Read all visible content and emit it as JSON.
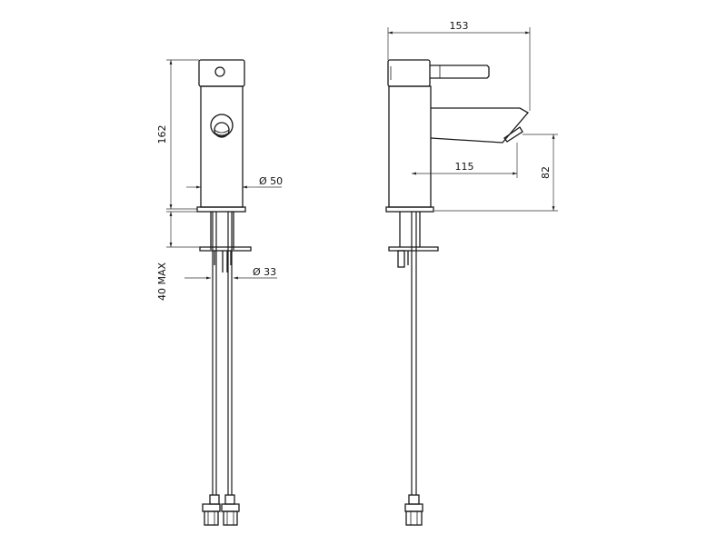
{
  "front_view": {
    "height_label": "162",
    "body_diameter_label": "Ø 50",
    "hole_diameter_label": "Ø 33",
    "deck_thickness_label": "40 MAX"
  },
  "side_view": {
    "total_length_label": "153",
    "spout_reach_label": "115",
    "spout_height_label": "82"
  }
}
